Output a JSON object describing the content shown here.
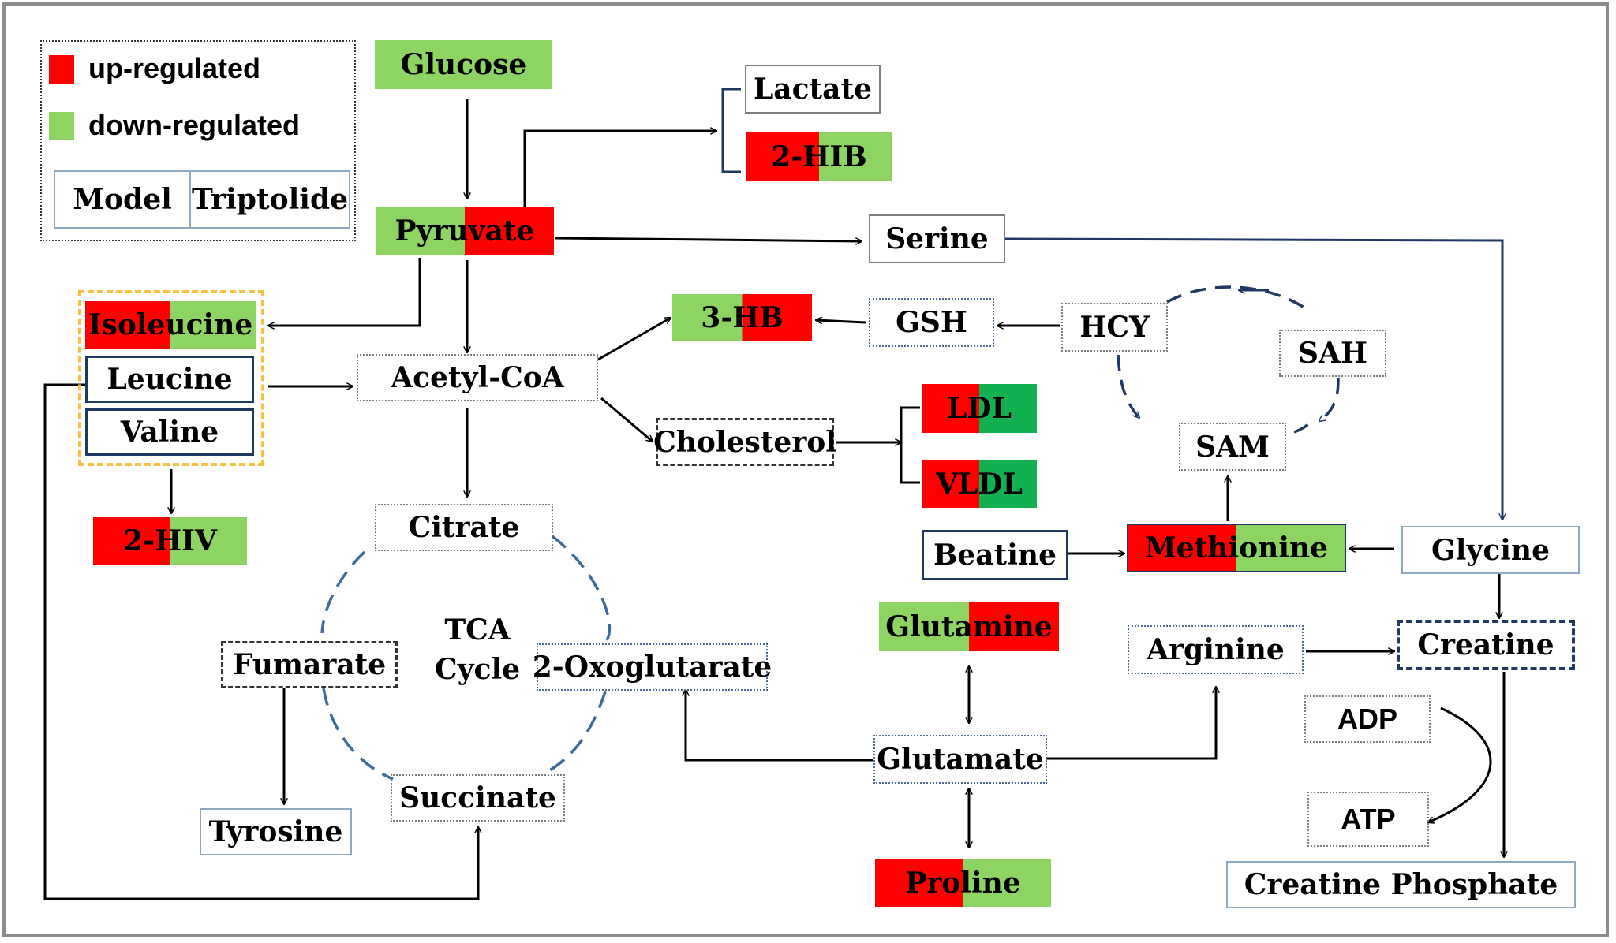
{
  "colors": {
    "up": "#ff0000",
    "down": "#8ed462",
    "down_dark": "#12b050",
    "navy": "#1f3864",
    "tca": "#3d6b9a"
  },
  "legend": {
    "up_label": "up-regulated",
    "down_label": "down-regulated",
    "model_label": "Model",
    "treatment_label": "Triptolide"
  },
  "metabolites": {
    "glucose": "Glucose",
    "pyruvate": "Pyruvate",
    "lactate": "Lactate",
    "hib2": "2-HIB",
    "serine": "Serine",
    "isoleucine": "Isoleucine",
    "leucine": "Leucine",
    "valine": "Valine",
    "hiv2": "2-HIV",
    "acetyl_coa": "Acetyl-CoA",
    "hb3": "3-HB",
    "gsh": "GSH",
    "hcy": "HCY",
    "sah": "SAH",
    "sam": "SAM",
    "cholesterol": "Cholesterol",
    "ldl": "LDL",
    "vldl": "VLDL",
    "citrate": "Citrate",
    "tca_cycle_line1": "TCA",
    "tca_cycle_line2": "Cycle",
    "fumarate": "Fumarate",
    "oxoglutarate": "2-Oxoglutarate",
    "succinate": "Succinate",
    "tyrosine": "Tyrosine",
    "beatine": "Beatine",
    "methionine": "Methionine",
    "glycine": "Glycine",
    "glutamine": "Glutamine",
    "glutamate": "Glutamate",
    "proline": "Proline",
    "arginine": "Arginine",
    "creatine": "Creatine",
    "adp": "ADP",
    "atp": "ATP",
    "creatine_phosphate": "Creatine Phosphate"
  }
}
